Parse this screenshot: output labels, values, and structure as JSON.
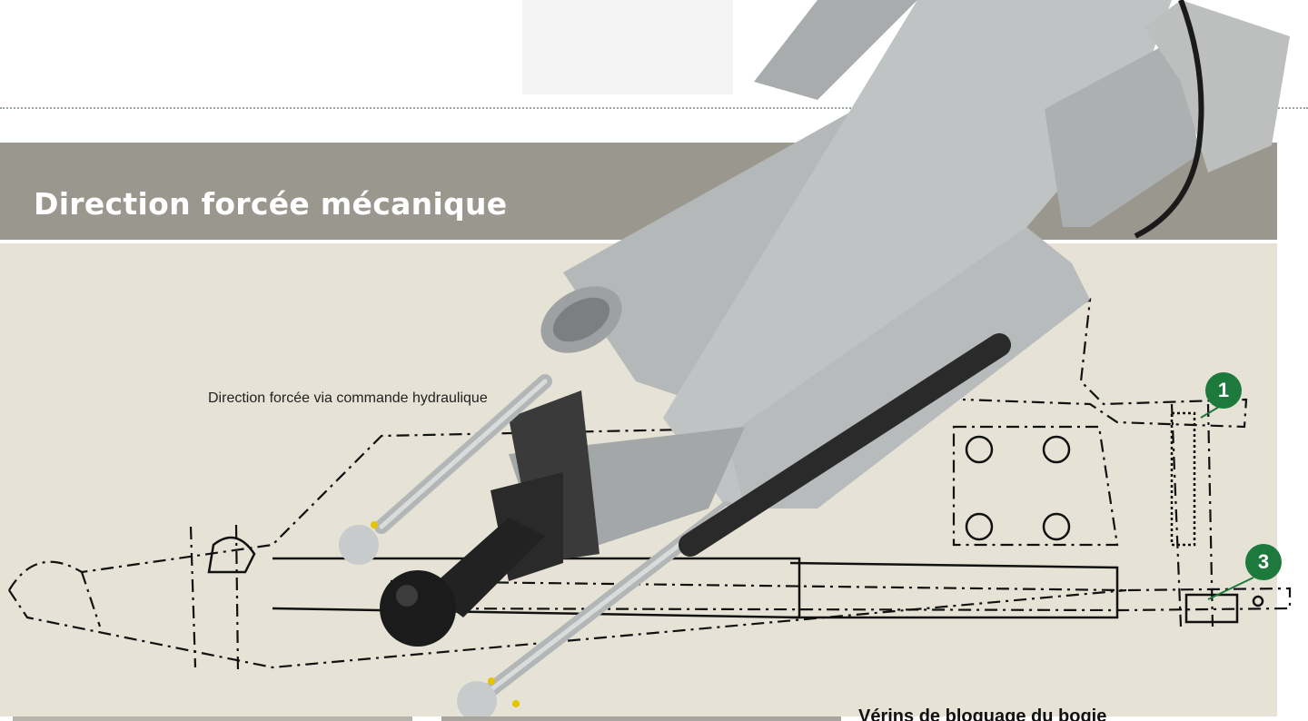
{
  "header": {
    "title": "Direction forcée mécanique"
  },
  "figure": {
    "caption": "Direction forcée via commande hydraulique",
    "callouts": [
      "1",
      "3"
    ]
  },
  "footer": {
    "partial_heading": "Vérins de bloquage du bogie"
  },
  "colors": {
    "title_band": "#9a978e",
    "panel": "#e6e2d5",
    "callout_badge": "#1e7a3c",
    "galvanized_steel": "#b9bcbd"
  }
}
